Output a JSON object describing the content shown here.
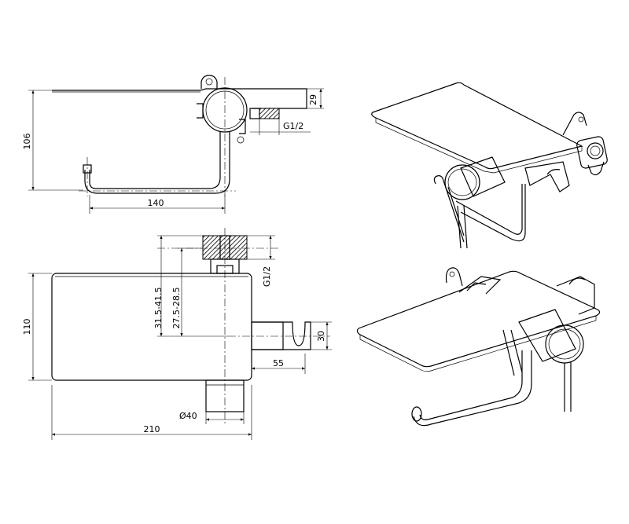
{
  "dimensions": {
    "side_height": "106",
    "side_width": "140",
    "side_shelf_thickness": "29",
    "side_thread": "G1/2",
    "top_depth": "110",
    "top_width": "210",
    "top_holder_gap": "30",
    "top_holder_offset": "55",
    "top_diameter": "Ø40",
    "top_thread": "G1/2",
    "top_range_a": "31.5-41.5",
    "top_range_b": "27.5-28.5"
  },
  "views": [
    "side-view",
    "top-view",
    "iso-view-back",
    "iso-view-front"
  ]
}
